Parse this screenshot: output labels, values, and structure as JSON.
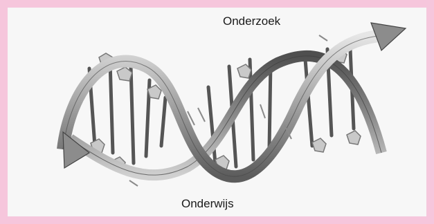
{
  "labels": {
    "top": "Onderzoek",
    "bottom": "Onderwijs"
  },
  "figure": {
    "subject": "dna-double-helix",
    "frame_color": "#f6c6dc",
    "background_color": "#f7f7f7",
    "ribbon_color": "#6f6f6f",
    "ribbon_highlight_color": "#d8d8d8"
  }
}
